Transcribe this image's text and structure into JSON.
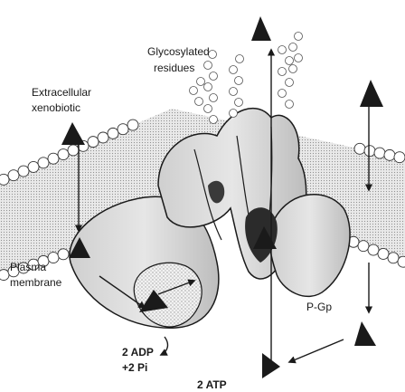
{
  "labels": {
    "glycosylated": "Glycosylated",
    "residues": "residues",
    "extracellular": "Extracellular",
    "xenobiotic": "xenobiotic",
    "plasma": "Plasma",
    "membrane": "membrane",
    "pgp": "P-Gp",
    "adp": "2 ADP",
    "pi": "+2 Pi",
    "atp": "2 ATP"
  },
  "icons": {
    "xenobiotic_marker": "triangle",
    "membrane_lipid": "circle"
  },
  "colors": {
    "background": "#ffffff",
    "ink": "#1a1a1a",
    "protein_fill": "#d9d9d9",
    "membrane_core": "#e6e6e6"
  }
}
